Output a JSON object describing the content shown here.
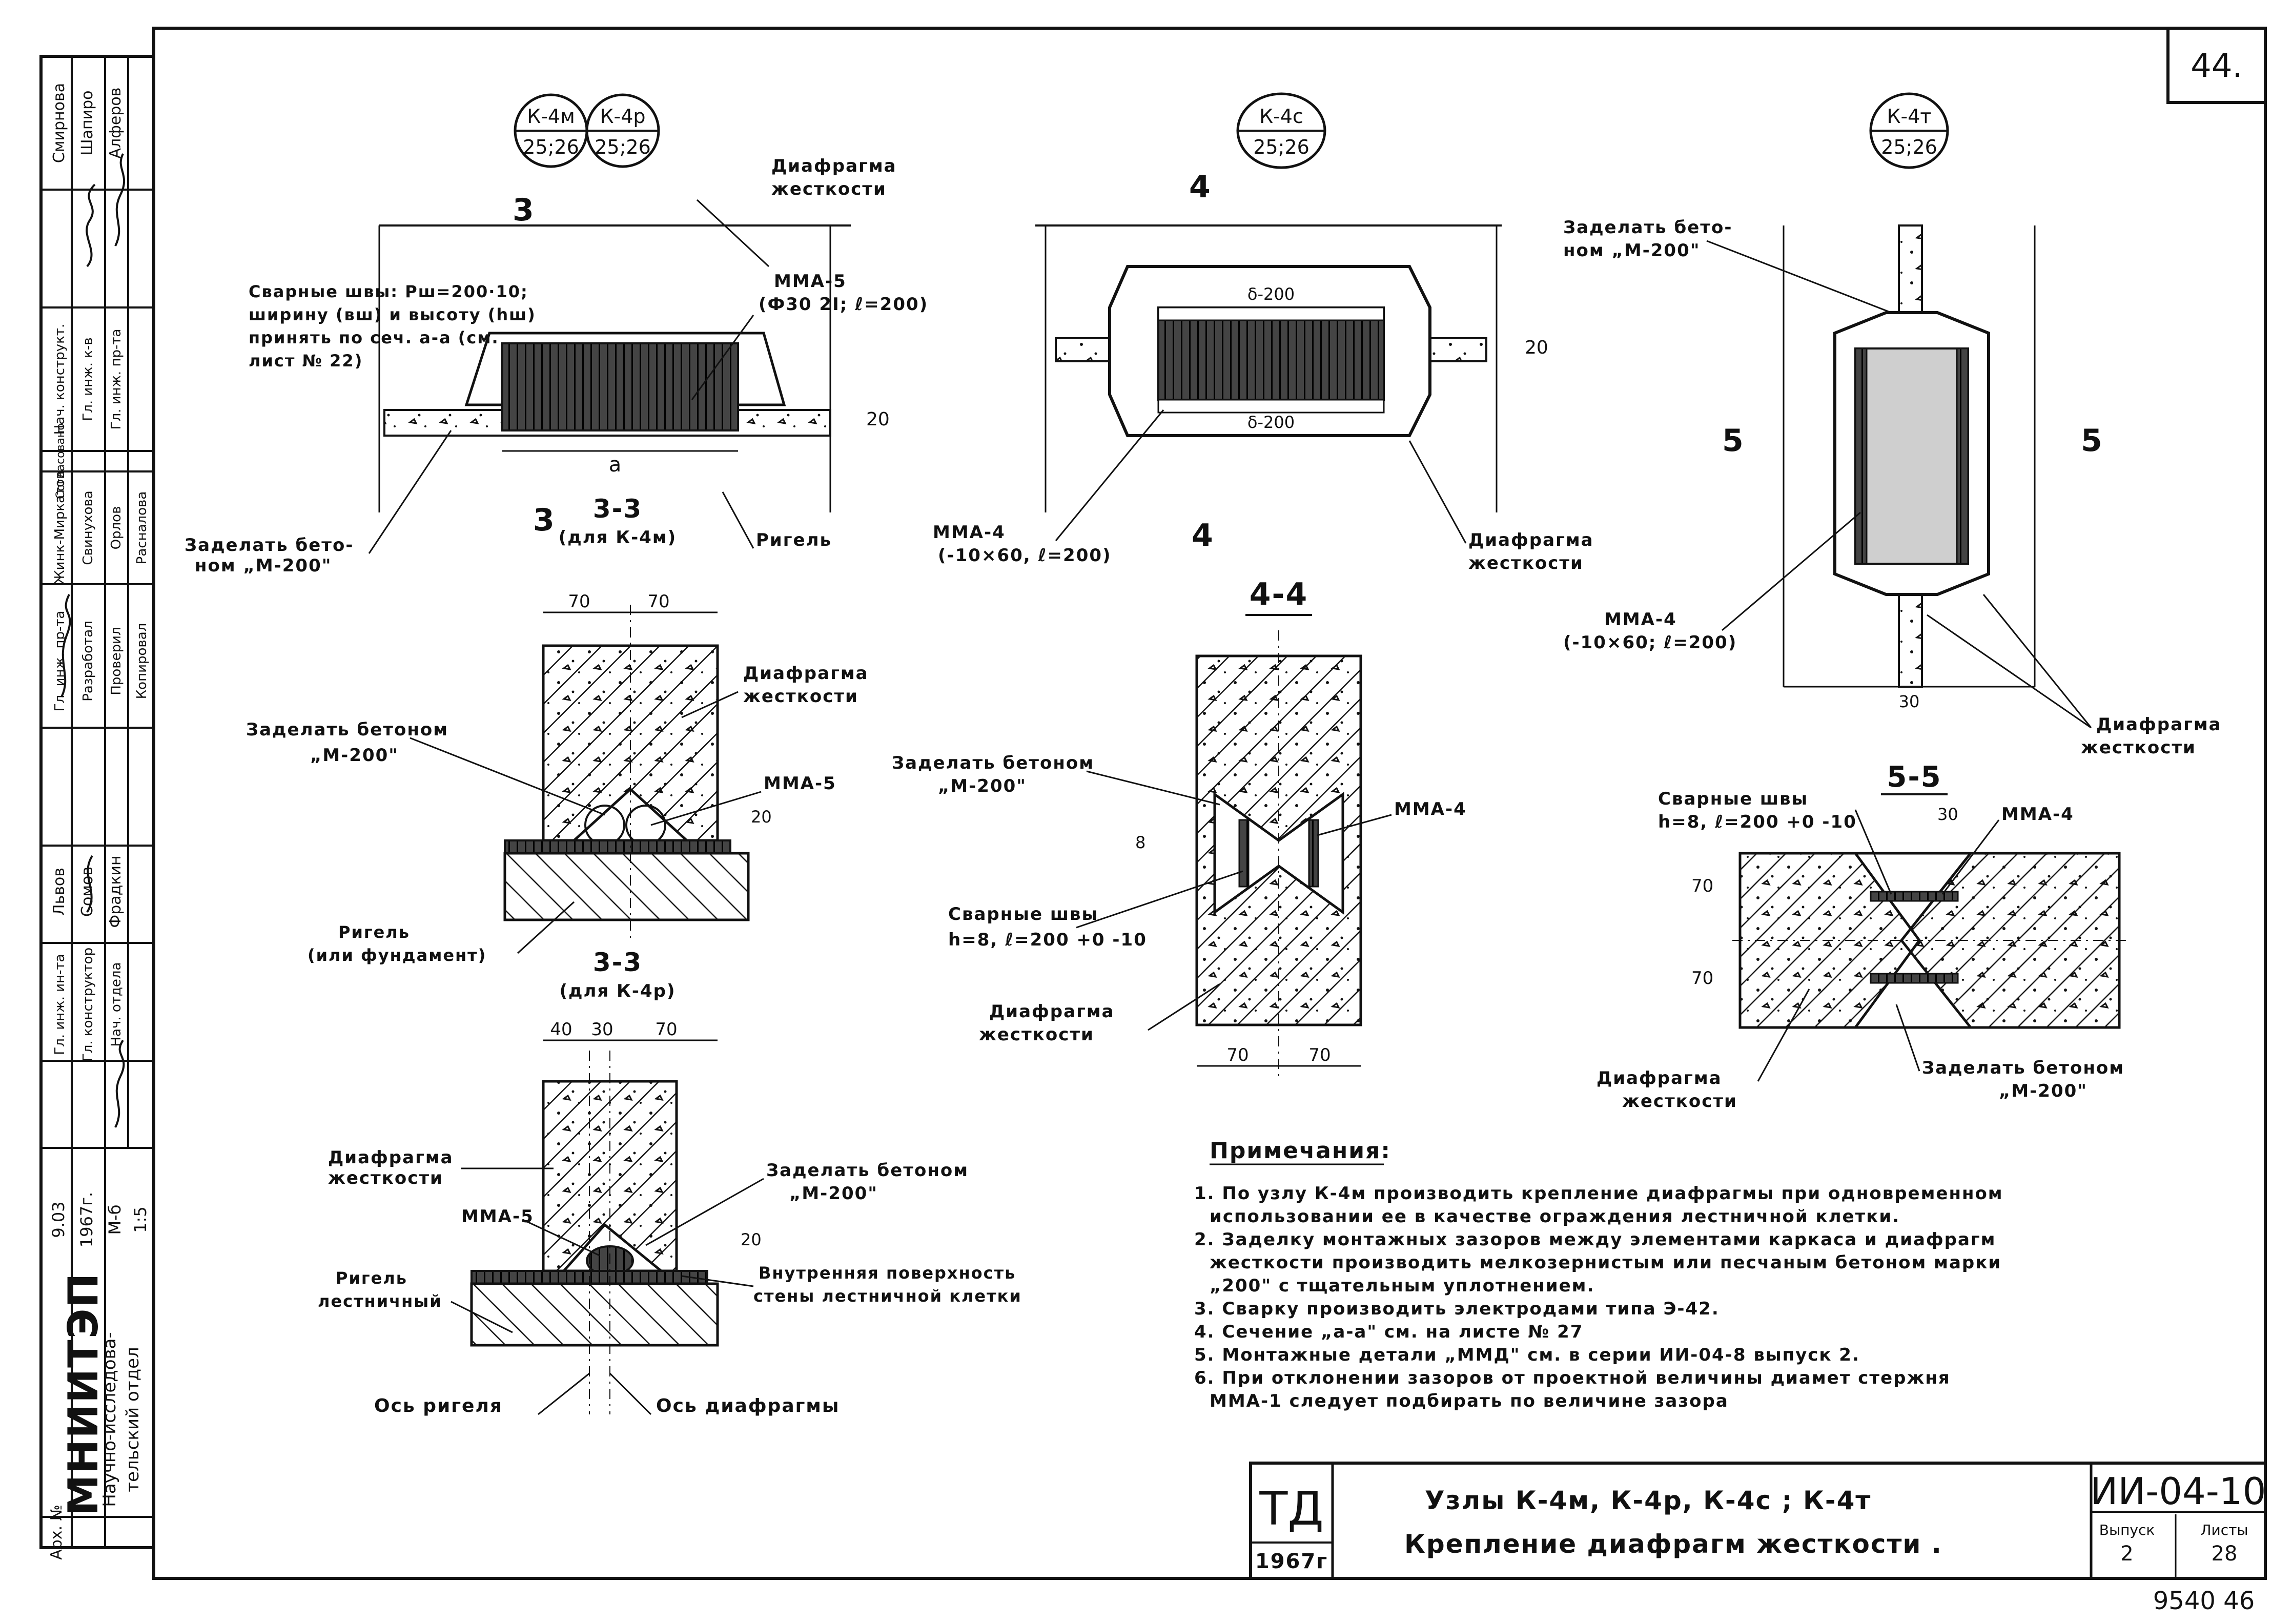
{
  "sheet": {
    "page_no": "44.",
    "stamp": "9540 46"
  },
  "nodes": {
    "k4m": {
      "mark": "К-4м",
      "ref": "25;26"
    },
    "k4r": {
      "mark": "К-4р",
      "ref": "25;26"
    },
    "k4s": {
      "mark": "К-4с",
      "ref": "25;26"
    },
    "k4t": {
      "mark": "К-4т",
      "ref": "25;26"
    }
  },
  "section_marks": {
    "s3": "3",
    "s4": "4",
    "s5": "5"
  },
  "dims": {
    "d20": "20",
    "d70": "70",
    "d40": "40",
    "d30": "30",
    "d8": "8",
    "d200": "δ-200"
  },
  "labels": {
    "diafragma": "Диафрагма",
    "zhestkosti": "жесткости",
    "svarnye_shvy_note1": "Сварные швы: Рш=200·10;",
    "svarnye_shvy_note2": "ширину (вш) и высоту (hш)",
    "svarnye_shvy_note3": "принять по сеч. а-а (см.",
    "svarnye_shvy_note4": "лист № 22)",
    "mma5": "ММА-5",
    "mma5_spec": "(Ф30 2I; ℓ=200)",
    "mma4": "ММА-4",
    "mma4_spec": "(-10×60, ℓ=200)",
    "mma4_spec2": "(-10×60; ℓ=200)",
    "zadelat_1": "Заделать бето-",
    "zadelat_2": "ном „М-200\"",
    "zadelat_betonom": "Заделать бетоном",
    "m200": "„М-200\"",
    "rigel": "Ригель",
    "a_dim": "а",
    "rigel_fund_1": "Ригель",
    "rigel_fund_2": "(или фундамент)",
    "svarnye_shvy": "Сварные швы",
    "shvy_spec": "h=8, ℓ=200 +0 -10",
    "rigel_lest_1": "Ригель",
    "rigel_lest_2": "лестничный",
    "vnutr_1": "Внутренняя поверхность",
    "vnutr_2": "стены лестничной клетки",
    "os_rigelya": "Ось ригеля",
    "os_diafragmy": "Ось диафрагмы"
  },
  "sections": {
    "s33_title": "3-3",
    "s33_sub_m": "(для К-4м)",
    "s33_sub_r": "(для К-4р)",
    "s44_title": "4-4",
    "s55_title": "5-5"
  },
  "notes": {
    "heading": "Примечания:",
    "items": [
      "1. По узлу К-4м производить крепление диафрагмы при одновременном",
      "использовании ее в качестве ограждения лестничной клетки.",
      "2. Заделку монтажных зазоров между элементами каркаса и диафрагм",
      "жесткости производить мелкозернистым или песчаным бетоном марки",
      "„200\" с тщательным уплотнением.",
      "3. Сварку производить электродами типа Э-42.",
      "4. Сечение „а-а\" см. на листе № 27",
      "5. Монтажные детали „ММД\" см. в серии    ИИ-04-8  выпуск 2.",
      "6. При отклонении зазоров от проектной величины диамет стержня",
      "ММА-1 следует подбирать по величине зазора"
    ]
  },
  "stamp_block": {
    "td": "ТД",
    "year": "1967г",
    "title_1": "Узлы К-4м, К-4р, К-4с ; К-4т",
    "title_2": "Крепление диафрагм жесткости .",
    "code": "ИИ-04-10",
    "vypusk_label": "Выпуск",
    "list_label": "Листы",
    "vypusk": "2",
    "list": "28"
  },
  "left_strip": {
    "org": "МНИИТЭП",
    "dept_1": "Научно-исследова-",
    "dept_2": "тельский отдел",
    "arh": "Арх. №",
    "cols": [
      [
        "9.03",
        "1967г.",
        "М-б",
        "1:5"
      ],
      [
        "Гл. инж. ин-та",
        "Гл. конструктор",
        "Нач. отдела"
      ],
      [
        "Львов",
        "Сомов",
        "Фрадкин"
      ],
      [
        "Гл. инж. пр-та",
        "Разработал",
        "Проверил",
        "Копировал"
      ],
      [
        "Жинк-Миркатов",
        "Свинухова",
        "Орлов",
        "Расналова"
      ],
      [
        "Согласовано"
      ],
      [
        "Нач. конструкт.",
        "Гл. инж. к-в",
        "Гл. инж. пр-та"
      ],
      [
        "Смирнова",
        "Шапиро",
        "Алферов"
      ]
    ]
  }
}
